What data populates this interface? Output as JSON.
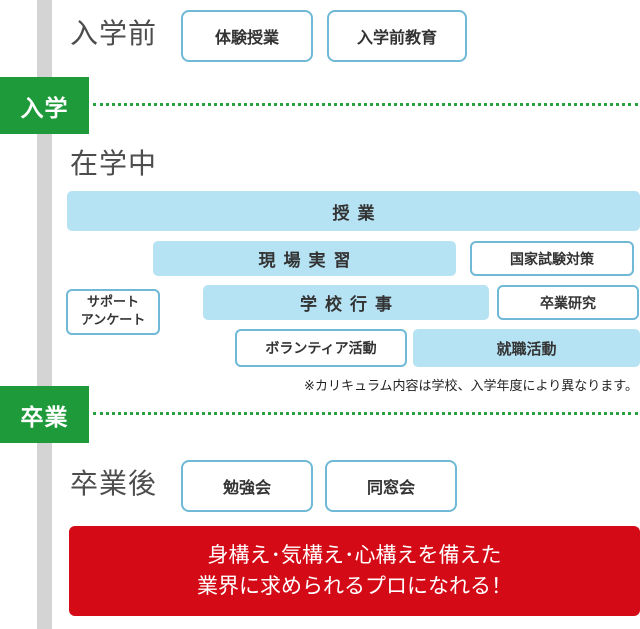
{
  "phases": {
    "before": {
      "label": "入学前",
      "boxes": [
        "体験授業",
        "入学前教育"
      ]
    },
    "during": {
      "label": "在学中",
      "lesson": "授業",
      "practice": "現場実習",
      "exam_prep": "国家試験対策",
      "school_events": "学校行事",
      "graduation_research": "卒業研究",
      "volunteer": "ボランティア活動",
      "job_hunting": "就職活動",
      "support_lines": [
        "サポート",
        "アンケート"
      ],
      "note": "※カリキュラム内容は学校、入学年度により異なります。"
    },
    "after": {
      "label": "卒業後",
      "boxes": [
        "勉強会",
        "同窓会"
      ]
    }
  },
  "milestones": {
    "admission": "入学",
    "graduation": "卒業"
  },
  "banner": {
    "line1": "身構え･気構え･心構えを備えた",
    "line2": "業界に求められるプロになれる！"
  },
  "colors": {
    "milestone_green": "#1f9a3a",
    "box_fill_light_blue": "#b6e3f4",
    "box_border_blue": "#6fb9d6",
    "banner_red": "#d40b16",
    "timeline_gray": "#d4d4d4"
  }
}
